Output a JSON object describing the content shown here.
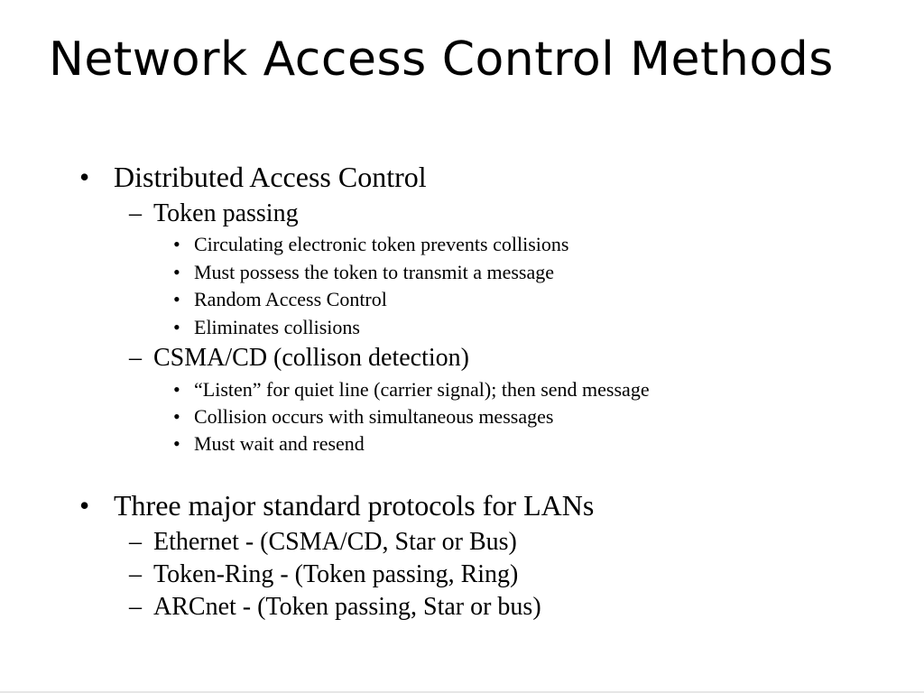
{
  "slide": {
    "title": "Network Access Control Methods",
    "bullet1": {
      "text": "Distributed Access Control",
      "sub1": {
        "text": "Token passing",
        "items": [
          "Circulating electronic token prevents collisions",
          "Must possess the token to transmit a message",
          "Random Access Control",
          "Eliminates collisions"
        ]
      },
      "sub2": {
        "text": "CSMA/CD (collison detection)",
        "items": [
          "“Listen” for quiet line (carrier signal); then send message",
          "Collision occurs with simultaneous messages",
          "Must wait and resend"
        ]
      }
    },
    "bullet2": {
      "text": "Three major standard protocols for LANs",
      "subs": [
        "Ethernet - (CSMA/CD, Star or Bus)",
        "Token-Ring - (Token passing, Ring)",
        "ARCnet - (Token passing, Star or bus)"
      ]
    },
    "markers": {
      "level1": "•",
      "level2": "–",
      "level3": "•"
    }
  }
}
